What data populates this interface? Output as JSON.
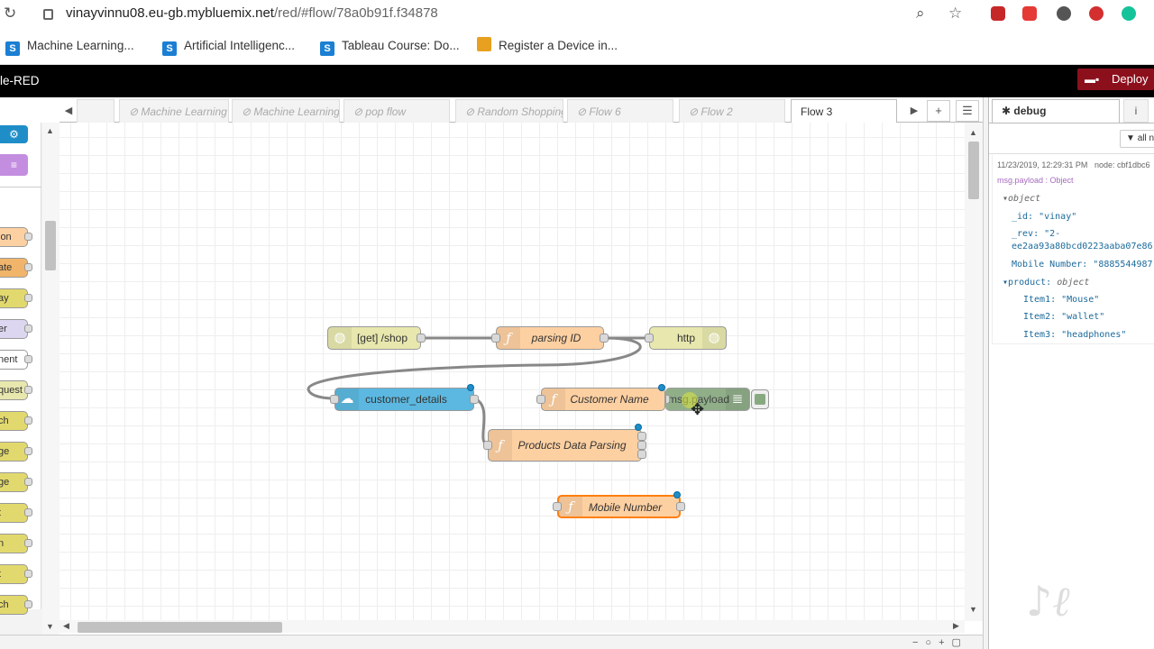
{
  "browser": {
    "url_host": "vinayvinnu08.eu-gb.mybluemix.net",
    "url_path": "/red/#flow/78a0b91f.f34878",
    "bookmarks": [
      {
        "label": "Machine Learning..."
      },
      {
        "label": "Artificial Intelligenc..."
      },
      {
        "label": "Tableau Course: Do..."
      },
      {
        "label": "Register a Device in..."
      }
    ]
  },
  "header": {
    "title": "le-RED",
    "deploy_label": "Deploy"
  },
  "tabs": [
    {
      "label": "Machine Learning"
    },
    {
      "label": "Machine Learning"
    },
    {
      "label": "pop flow"
    },
    {
      "label": "Random Shopping"
    },
    {
      "label": "Flow 6"
    },
    {
      "label": "Flow 2"
    },
    {
      "label": "Flow 3"
    }
  ],
  "palette": {
    "items": [
      "ion",
      "ate",
      "ay",
      "er",
      "nent",
      "quest",
      "ch",
      "ge",
      "ge",
      "t",
      "n",
      "t",
      "ch"
    ],
    "colors": [
      "#fdd0a2",
      "#f0b56a",
      "#e2d96e",
      "#ddd6f0",
      "#ffffff",
      "#e7e7ae",
      "#e2d96e",
      "#e2d96e",
      "#e2d96e",
      "#e2d96e",
      "#e2d96e",
      "#e2d96e",
      "#e2d96e"
    ]
  },
  "nodes": {
    "get_shop": "[get] /shop",
    "parsing_id": "parsing ID",
    "http": "http",
    "customer_details": "customer_details",
    "customer_name": "Customer Name",
    "msg_payload": "msg.payload",
    "products_parsing": "Products Data Parsing",
    "mobile_number": "Mobile Number"
  },
  "sidebar": {
    "tab_label": "debug",
    "filter_label": "all n",
    "timestamp": "11/23/2019, 12:29:31 PM",
    "node_ref": "node: cbf1dbc6",
    "topic": "msg.payload : Object",
    "object_label": "object",
    "id_line": "_id: \"vinay\"",
    "rev_line1": "_rev: \"2-",
    "rev_line2": "ee2aa93a80bcd0223aaba07e86",
    "mobile_line": "Mobile Number: \"8885544987",
    "product_key": "product:",
    "product_type": "object",
    "item1": "Item1: \"Mouse\"",
    "item2": "Item2: \"wallet\"",
    "item3": "Item3: \"headphones\""
  },
  "colors": {
    "header_bg": "#000000",
    "deploy_bg": "#8c101c",
    "http_in": "#e7e7ae",
    "function": "#fdd0a2",
    "cloudant": "#5cb8e0",
    "debug": "#87a980"
  }
}
